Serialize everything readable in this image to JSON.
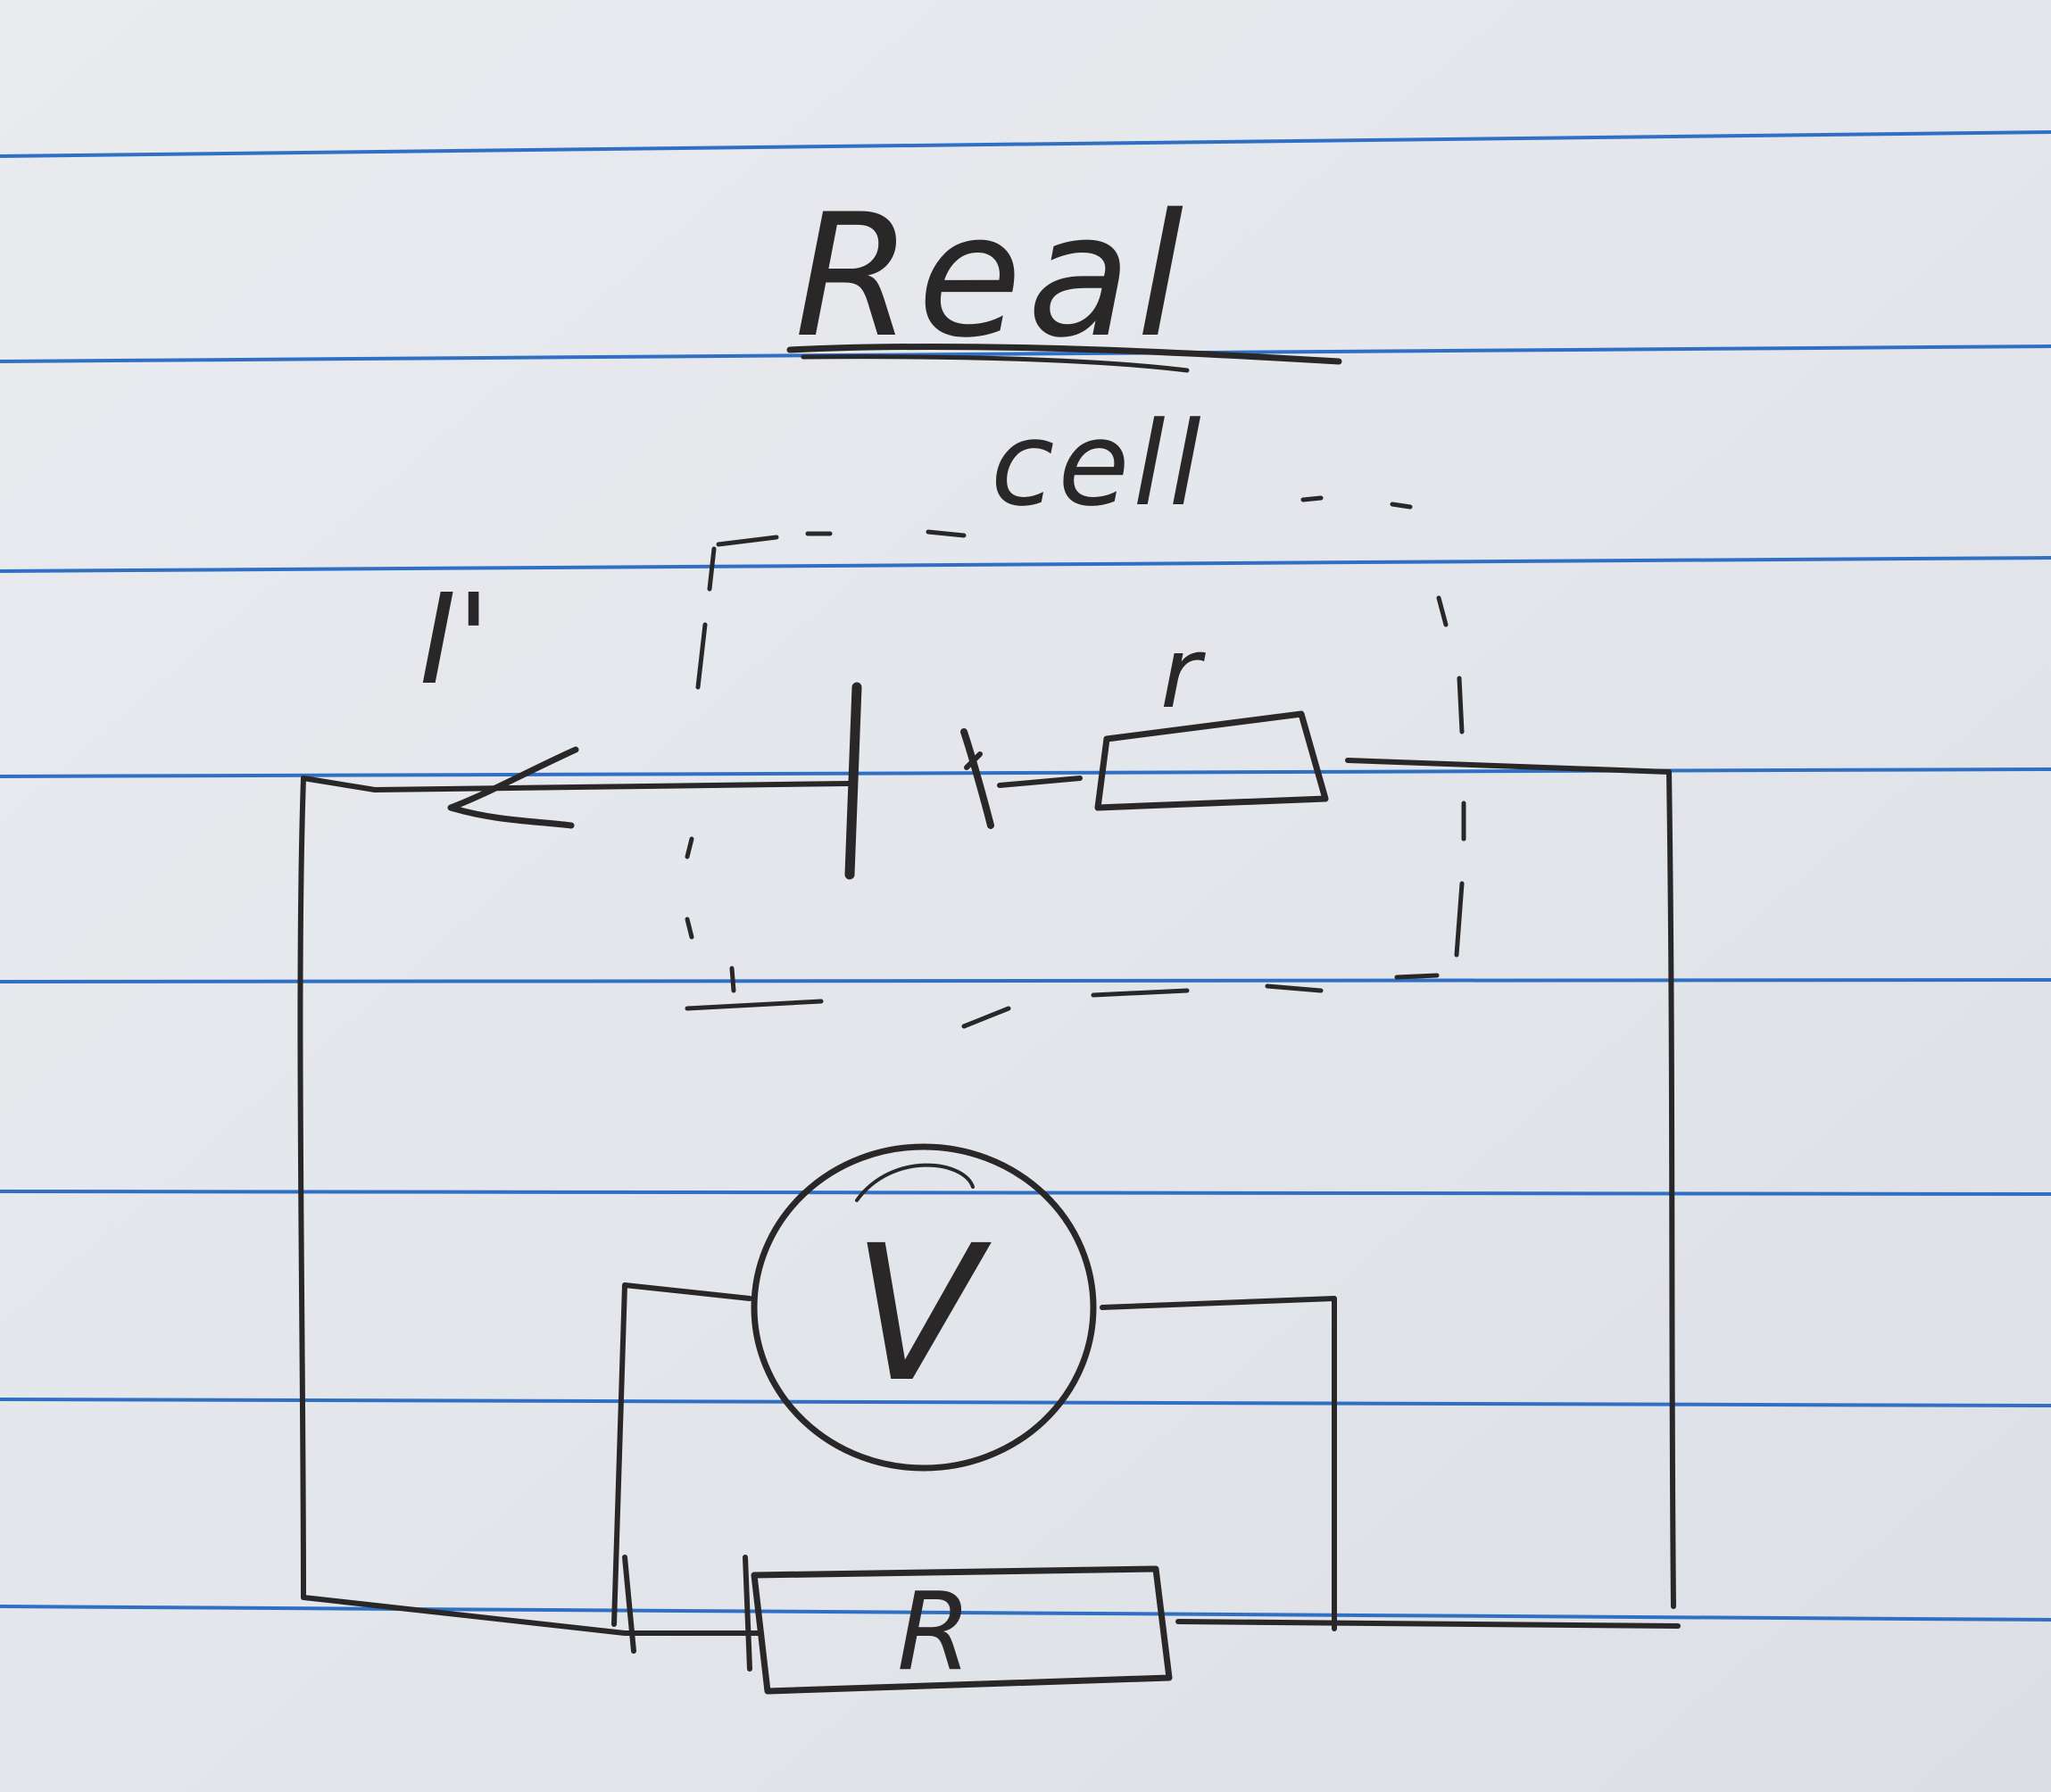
{
  "title": "Real",
  "subtitle": "cell",
  "labels": {
    "current": "I'",
    "internal_resistance": "r",
    "voltmeter": "V",
    "external_resistor": "R"
  },
  "colors": {
    "paper": "#e4e7ec",
    "rule_line": "#2f6fc4",
    "ink": "#2a2729"
  }
}
